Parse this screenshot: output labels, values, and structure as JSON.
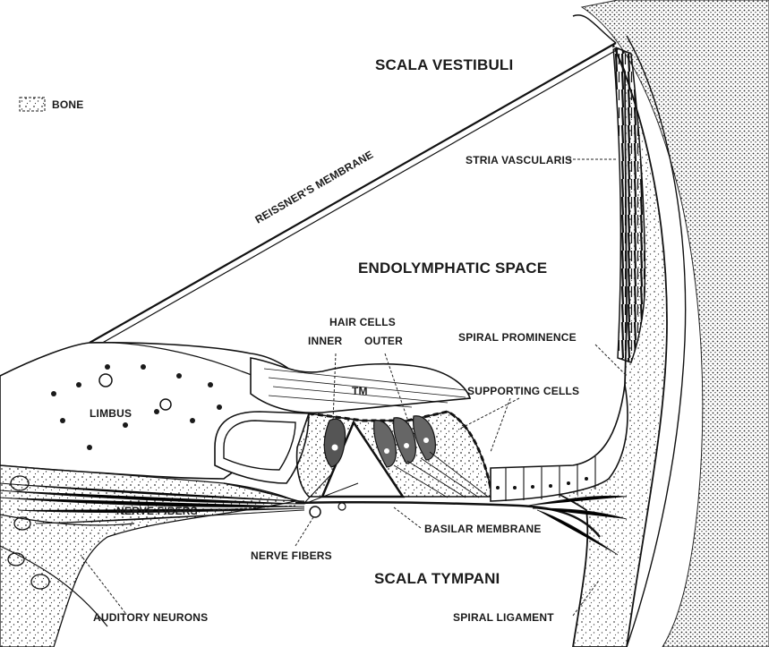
{
  "legend": {
    "swatch_icon": "bone-texture-swatch",
    "label": "BONE"
  },
  "regions": {
    "scala_vestibuli": "SCALA VESTIBULI",
    "endolymphatic_space": "ENDOLYMPHATIC SPACE",
    "scala_tympani": "SCALA TYMPANI"
  },
  "labels": {
    "reissners_membrane": "REISSNER'S MEMBRANE",
    "stria_vascularis": "STRIA VASCULARIS",
    "hair_cells": "HAIR CELLS",
    "inner": "INNER",
    "outer": "OUTER",
    "spiral_prominence": "SPIRAL PROMINENCE",
    "tm": "TM",
    "supporting_cells": "SUPPORTING CELLS",
    "limbus": "LIMBUS",
    "nerve_fibers_upper": "NERVE FIBERS",
    "nerve_fibers_lower": "NERVE FIBERS",
    "basilar_membrane": "BASILAR MEMBRANE",
    "auditory_neurons": "AUDITORY NEURONS",
    "spiral_ligament": "SPIRAL LIGAMENT"
  },
  "colors": {
    "ink": "#111111",
    "background": "#ffffff"
  }
}
